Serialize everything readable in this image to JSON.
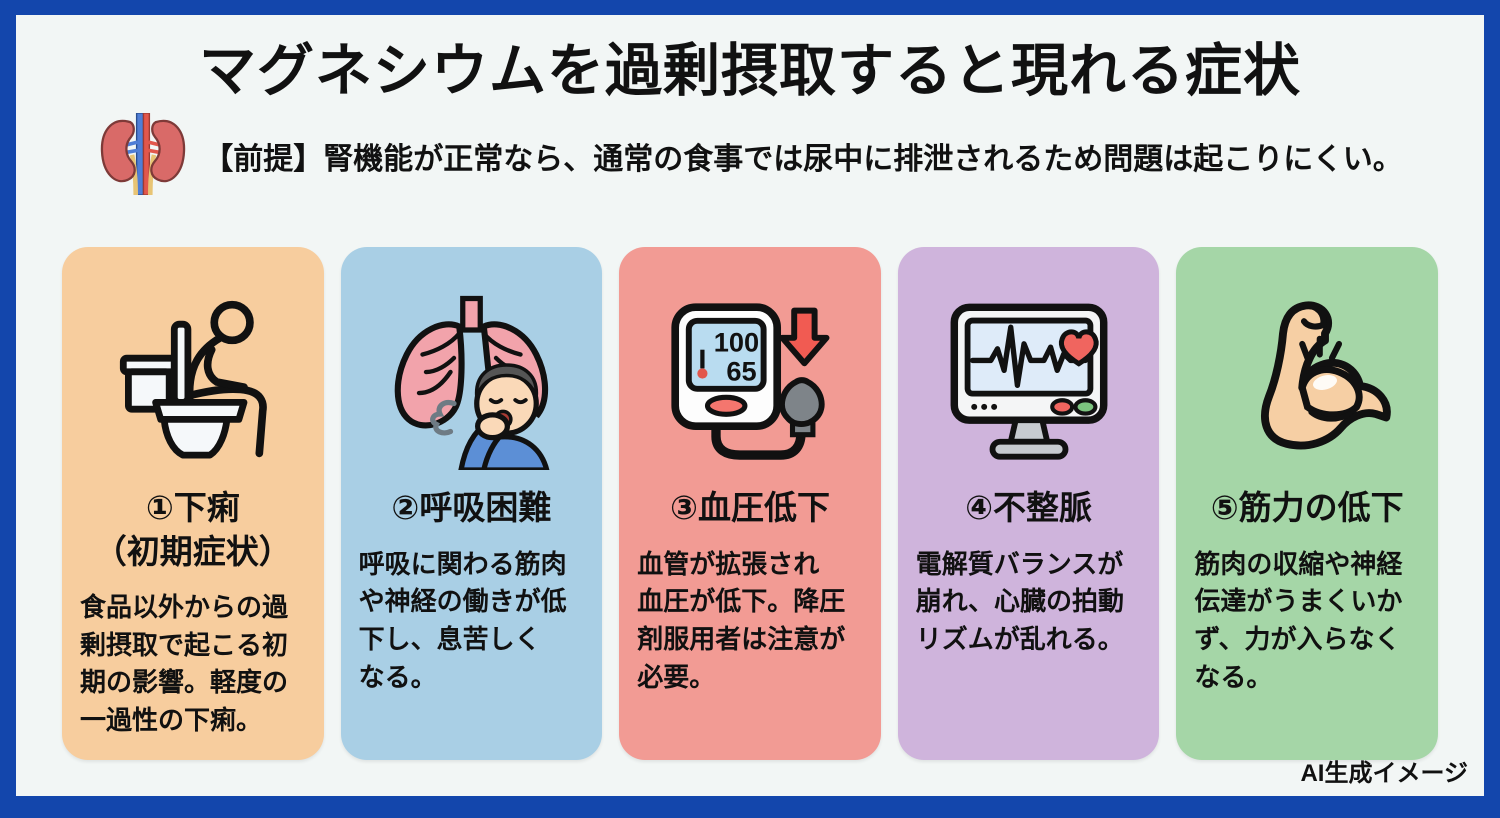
{
  "page": {
    "title": "マグネシウムを過剰摂取すると現れる症状",
    "premise": "【前提】腎機能が正常なら、通常の食事では尿中に排泄されるため問題は起こりにくい。",
    "footer_note": "AI生成イメージ"
  },
  "colors": {
    "frame": "#1346AC",
    "background": "#F2F6F5",
    "text": "#111111",
    "card_orange": "#F7CD9E",
    "card_blue": "#A9CFE5",
    "card_red": "#F29B94",
    "card_purple": "#CFB4DC",
    "card_green": "#A5D6A7"
  },
  "header_icon": "kidneys-icon",
  "bp_display": {
    "systolic": "100",
    "diastolic": "65"
  },
  "cards": [
    {
      "icon": "toilet-icon",
      "heading": "①下痢",
      "subheading": "（初期症状）",
      "body": "食品以外からの過\n剰摂取で起こる初\n期の影響。軽度の\n一過性の下痢。",
      "bg": "#F7CD9E"
    },
    {
      "icon": "cough-lungs-icon",
      "heading": "②呼吸困難",
      "subheading": "",
      "body": "呼吸に関わる筋肉\nや神経の働きが低\n下し、息苦しく\nなる。",
      "bg": "#A9CFE5"
    },
    {
      "icon": "blood-pressure-monitor-icon",
      "heading": "③血圧低下",
      "subheading": "",
      "body": "血管が拡張され\n血圧が低下。降圧\n剤服用者は注意が\n必要。",
      "bg": "#F29B94"
    },
    {
      "icon": "ecg-monitor-icon",
      "heading": "④不整脈",
      "subheading": "",
      "body": "電解質バランスが\n崩れ、心臓の拍動\nリズムが乱れる。",
      "bg": "#CFB4DC"
    },
    {
      "icon": "bicep-icon",
      "heading": "⑤筋力の低下",
      "subheading": "",
      "body": "筋肉の収縮や神経\n伝達がうまくいか\nず、力が入らなく\nなる。",
      "bg": "#A5D6A7"
    }
  ]
}
